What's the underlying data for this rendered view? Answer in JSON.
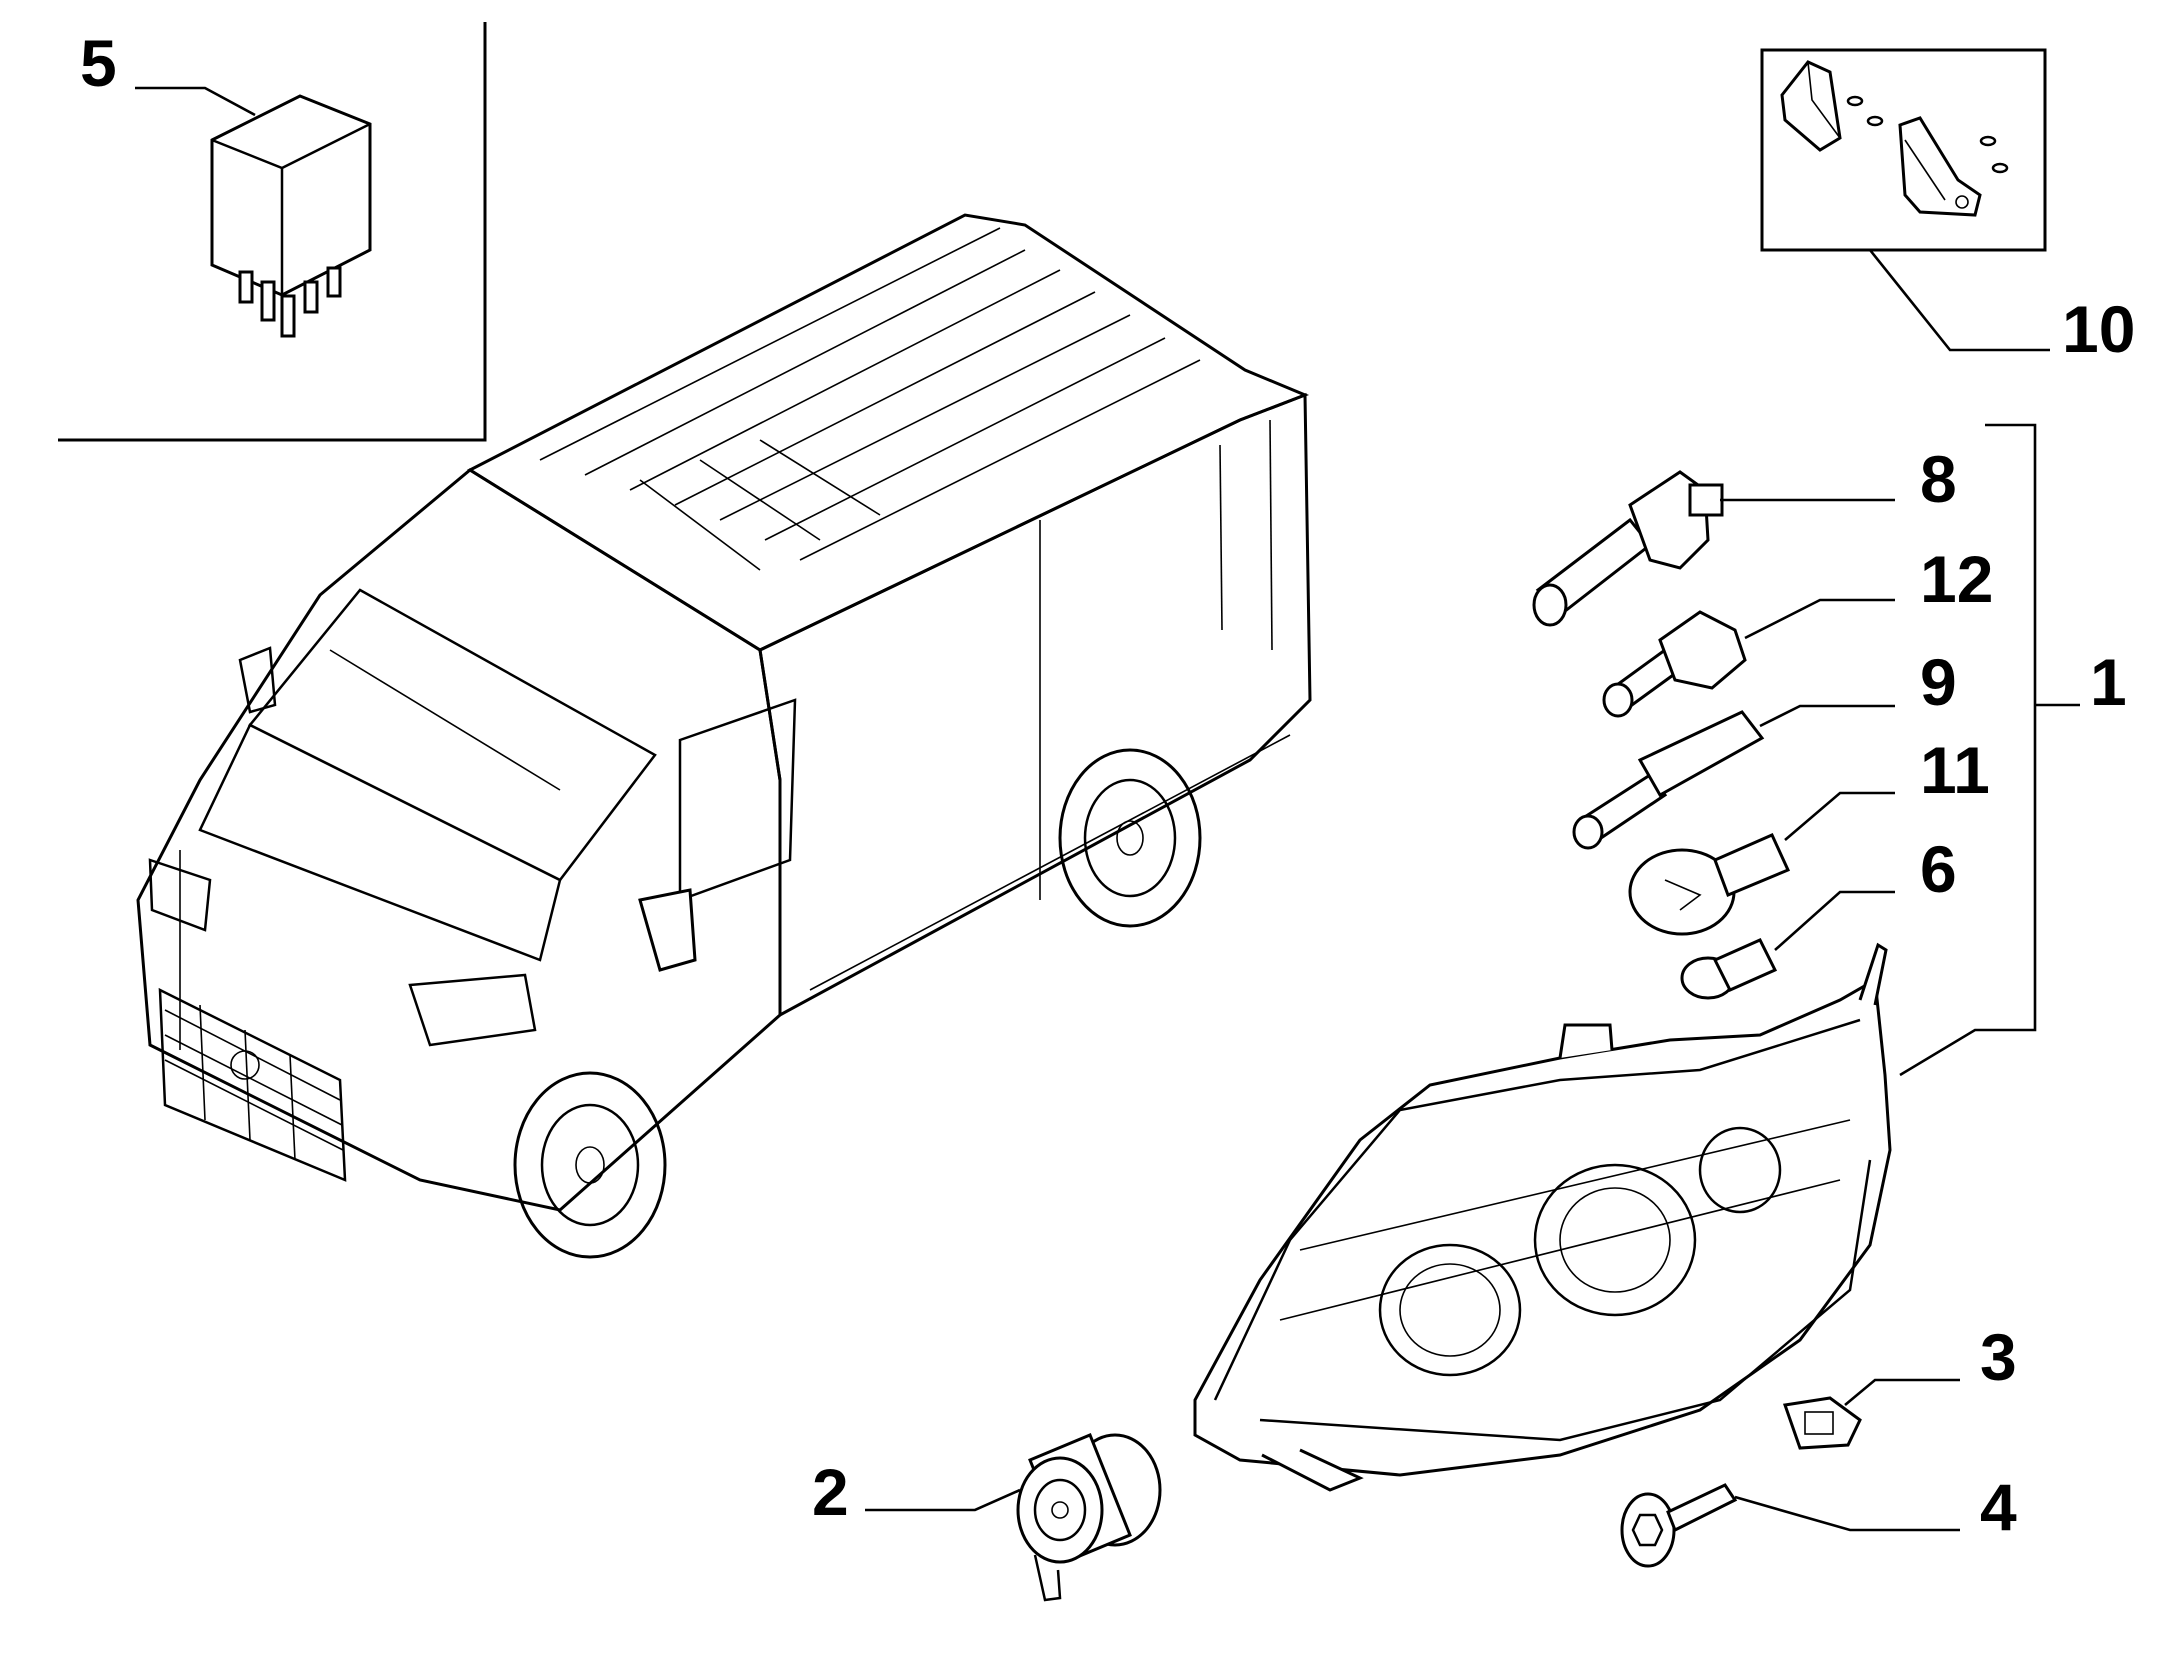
{
  "diagram": {
    "callouts": {
      "c1": "1",
      "c2": "2",
      "c3": "3",
      "c4": "4",
      "c5": "5",
      "c6": "6",
      "c8": "8",
      "c9": "9",
      "c10": "10",
      "c11": "11",
      "c12": "12"
    },
    "parts": [
      "relay",
      "headlamp-assembly",
      "bulb-h7",
      "bulb-h1",
      "bulb-festoon",
      "bulb-p21w",
      "bulb-w5w",
      "bracket-kit",
      "adjuster-motor",
      "clip-nut",
      "mounting-screw",
      "van"
    ]
  }
}
